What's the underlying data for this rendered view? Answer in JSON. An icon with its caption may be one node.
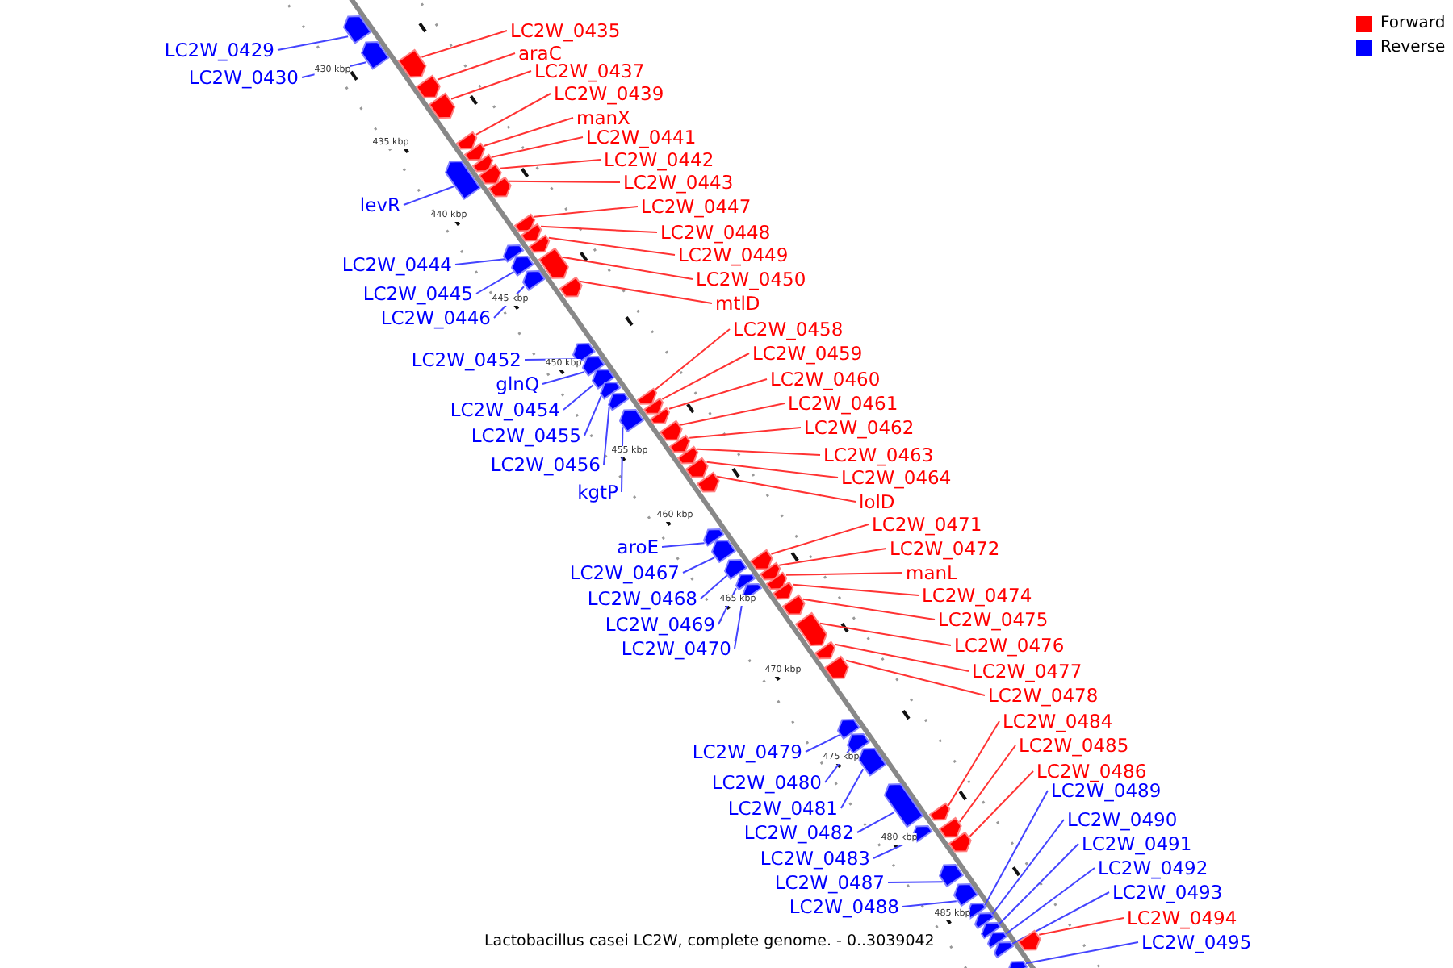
{
  "diagram": {
    "caption": "Lactobacillus casei LC2W, complete genome. - 0..3039042",
    "nodes": [
      {
        "text": [
          "LC2W_0429"
        ]
      },
      {
        "text": [
          "LC2W_0430"
        ]
      },
      {
        "text": [
          "LC2W_0435"
        ]
      },
      {
        "text": [
          "araC"
        ]
      },
      {
        "text": [
          "LC2W_0437"
        ]
      },
      {
        "text": [
          "LC2W_0439"
        ]
      },
      {
        "text": [
          "manX"
        ]
      },
      {
        "text": [
          "LC2W_0441"
        ]
      },
      {
        "text": [
          "LC2W_0442"
        ]
      },
      {
        "text": [
          "LC2W_0443"
        ]
      },
      {
        "text": [
          "levR"
        ]
      },
      {
        "text": [
          "LC2W_0444"
        ]
      },
      {
        "text": [
          "LC2W_0445"
        ]
      },
      {
        "text": [
          "LC2W_0446"
        ]
      },
      {
        "text": [
          "LC2W_0447"
        ]
      },
      {
        "text": [
          "LC2W_0448"
        ]
      },
      {
        "text": [
          "LC2W_0449"
        ]
      },
      {
        "text": [
          "LC2W_0450"
        ]
      },
      {
        "text": [
          "mtlD"
        ]
      },
      {
        "text": [
          "LC2W_0452"
        ]
      },
      {
        "text": [
          "glnQ"
        ]
      },
      {
        "text": [
          "LC2W_0454"
        ]
      },
      {
        "text": [
          "LC2W_0455"
        ]
      },
      {
        "text": [
          "LC2W_0456"
        ]
      },
      {
        "text": [
          "kgtP"
        ]
      },
      {
        "text": [
          "LC2W_0458"
        ]
      },
      {
        "text": [
          "LC2W_0459"
        ]
      },
      {
        "text": [
          "LC2W_0460"
        ]
      },
      {
        "text": [
          "LC2W_0461"
        ]
      },
      {
        "text": [
          "LC2W_0462"
        ]
      },
      {
        "text": [
          "LC2W_0463"
        ]
      },
      {
        "text": [
          "LC2W_0464"
        ]
      },
      {
        "text": [
          "lolD"
        ]
      },
      {
        "text": [
          "aroE"
        ]
      },
      {
        "text": [
          "LC2W_0467"
        ]
      },
      {
        "text": [
          "LC2W_0468"
        ]
      },
      {
        "text": [
          "LC2W_0469"
        ]
      },
      {
        "text": [
          "LC2W_0470"
        ]
      },
      {
        "text": [
          "LC2W_0471"
        ]
      },
      {
        "text": [
          "LC2W_0472"
        ]
      },
      {
        "text": [
          "manL"
        ]
      },
      {
        "text": [
          "LC2W_0474"
        ]
      },
      {
        "text": [
          "LC2W_0475"
        ]
      },
      {
        "text": [
          "LC2W_0476"
        ]
      },
      {
        "text": [
          "LC2W_0477"
        ]
      },
      {
        "text": [
          "LC2W_0478"
        ]
      },
      {
        "text": [
          "LC2W_0479"
        ]
      },
      {
        "text": [
          "LC2W_0480"
        ]
      },
      {
        "text": [
          "LC2W_0481"
        ]
      },
      {
        "text": [
          "LC2W_0482"
        ]
      },
      {
        "text": [
          "LC2W_0483"
        ]
      },
      {
        "text": [
          "LC2W_0484"
        ]
      },
      {
        "text": [
          "LC2W_0485"
        ]
      },
      {
        "text": [
          "LC2W_0486"
        ]
      },
      {
        "text": [
          "LC2W_0487"
        ]
      },
      {
        "text": [
          "LC2W_0488"
        ]
      },
      {
        "text": [
          "LC2W_0489"
        ]
      },
      {
        "text": [
          "LC2W_0490"
        ]
      },
      {
        "text": [
          "LC2W_0491"
        ]
      },
      {
        "text": [
          "LC2W_0492"
        ]
      },
      {
        "text": [
          "LC2W_0493"
        ]
      },
      {
        "text": [
          "LC2W_0494"
        ]
      },
      {
        "text": [
          "LC2W_0495"
        ]
      },
      {
        "text": [],
        "shape": "bar"
      },
      {
        "text": [],
        "shape": "bar"
      },
      {
        "text": [],
        "shape": "bar"
      },
      {
        "text": [],
        "shape": "bar"
      },
      {
        "text": [],
        "shape": "bar"
      },
      {
        "text": [],
        "shape": "bar"
      },
      {
        "text": [],
        "shape": "bar"
      },
      {
        "text": [],
        "shape": "bar"
      },
      {
        "text": [],
        "shape": "bar"
      },
      {
        "text": [],
        "shape": "bar"
      },
      {
        "text": [],
        "shape": "bar"
      },
      {
        "text": [],
        "shape": "bar"
      },
      {
        "text": [],
        "shape": "bar"
      },
      {
        "text": [],
        "shape": "bar"
      },
      {
        "text": [],
        "shape": "bar"
      },
      {
        "text": [],
        "shape": "bar"
      },
      {
        "text": [],
        "shape": "bar"
      },
      {
        "text": [],
        "shape": "bar"
      },
      {
        "text": [],
        "shape": "bar"
      },
      {
        "text": [],
        "shape": "bar"
      },
      {
        "text": [],
        "shape": "bar"
      },
      {
        "text": [],
        "shape": "bar"
      },
      {
        "text": [],
        "shape": "bar"
      },
      {
        "text": [],
        "shape": "bar"
      },
      {
        "text": [],
        "shape": "bar"
      },
      {
        "text": [],
        "shape": "bar"
      },
      {
        "text": [],
        "shape": "bar"
      },
      {
        "text": [],
        "shape": "bar"
      },
      {
        "text": [],
        "shape": "bar"
      },
      {
        "text": [],
        "shape": "bar"
      },
      {
        "text": [],
        "shape": "bar"
      },
      {
        "text": [],
        "shape": "bar"
      },
      {
        "text": [],
        "shape": "bar"
      },
      {
        "text": [],
        "shape": "bar"
      },
      {
        "text": [],
        "shape": "bar"
      },
      {
        "text": [],
        "shape": "bar"
      },
      {
        "text": [],
        "shape": "bar"
      },
      {
        "text": [],
        "shape": "bar"
      },
      {
        "text": [],
        "shape": "bar"
      },
      {
        "text": [],
        "shape": "bar"
      },
      {
        "text": [],
        "shape": "bar"
      },
      {
        "text": [],
        "shape": "bar"
      },
      {
        "text": [],
        "shape": "bar"
      },
      {
        "text": [],
        "shape": "bar"
      },
      {
        "text": [],
        "shape": "bar"
      },
      {
        "text": [],
        "shape": "bar"
      },
      {
        "text": [],
        "shape": "bar"
      },
      {
        "text": [],
        "shape": "bar"
      },
      {
        "text": [],
        "shape": "bar"
      },
      {
        "text": [],
        "shape": "bar"
      },
      {
        "text": [],
        "shape": "bar"
      },
      {
        "text": [],
        "shape": "bar"
      },
      {
        "text": [],
        "shape": "bar"
      },
      {
        "text": [],
        "shape": "bar"
      },
      {
        "text": [],
        "shape": "bar"
      },
      {
        "text": [],
        "shape": "bar"
      },
      {
        "text": [],
        "shape": "bar"
      },
      {
        "text": [],
        "shape": "bar"
      },
      {
        "text": [],
        "shape": "bar"
      },
      {
        "text": [],
        "shape": "bar"
      },
      {
        "text": [],
        "shape": "bar"
      },
      {
        "text": [],
        "shape": "bar"
      },
      {
        "text": [],
        "shape": "bar"
      }
    ],
    "edges": [
      {
        "from": 0,
        "to": 63,
        "arrow": "none",
        "color": "#4444ff"
      },
      {
        "from": 1,
        "to": 64,
        "arrow": "none",
        "color": "#4444ff"
      },
      {
        "from": 2,
        "to": 65,
        "arrow": "none"
      },
      {
        "from": 3,
        "to": 66,
        "arrow": "none"
      },
      {
        "from": 4,
        "to": 67,
        "arrow": "none"
      },
      {
        "from": 5,
        "to": 68,
        "arrow": "none"
      },
      {
        "from": 6,
        "to": 69,
        "arrow": "none"
      },
      {
        "from": 7,
        "to": 70,
        "arrow": "none"
      },
      {
        "from": 8,
        "to": 71,
        "arrow": "none"
      },
      {
        "from": 9,
        "to": 72,
        "arrow": "none"
      },
      {
        "from": 10,
        "to": 73,
        "arrow": "none",
        "color": "#4444ff"
      },
      {
        "from": 11,
        "to": 74,
        "arrow": "none",
        "color": "#4444ff"
      },
      {
        "from": 12,
        "to": 75,
        "arrow": "none",
        "color": "#4444ff"
      },
      {
        "from": 13,
        "to": 76,
        "arrow": "none",
        "color": "#4444ff"
      },
      {
        "from": 14,
        "to": 77,
        "arrow": "none"
      },
      {
        "from": 15,
        "to": 78,
        "arrow": "none"
      },
      {
        "from": 16,
        "to": 79,
        "arrow": "none"
      },
      {
        "from": 17,
        "to": 80,
        "arrow": "none"
      },
      {
        "from": 18,
        "to": 81,
        "arrow": "none"
      },
      {
        "from": 19,
        "to": 82,
        "arrow": "none",
        "color": "#4444ff"
      },
      {
        "from": 20,
        "to": 83,
        "arrow": "none",
        "color": "#4444ff"
      },
      {
        "from": 21,
        "to": 84,
        "arrow": "none",
        "color": "#4444ff"
      },
      {
        "from": 22,
        "to": 85,
        "arrow": "none",
        "color": "#4444ff"
      },
      {
        "from": 23,
        "to": 86,
        "arrow": "none",
        "color": "#4444ff"
      },
      {
        "from": 24,
        "to": 87,
        "arrow": "none",
        "color": "#4444ff"
      },
      {
        "from": 25,
        "to": 88,
        "arrow": "none"
      },
      {
        "from": 26,
        "to": 89,
        "arrow": "none"
      },
      {
        "from": 27,
        "to": 90,
        "arrow": "none"
      },
      {
        "from": 28,
        "to": 91,
        "arrow": "none"
      },
      {
        "from": 29,
        "to": 92,
        "arrow": "none"
      },
      {
        "from": 30,
        "to": 93,
        "arrow": "none"
      },
      {
        "from": 31,
        "to": 94,
        "arrow": "none"
      },
      {
        "from": 32,
        "to": 95,
        "arrow": "none"
      },
      {
        "from": 33,
        "to": 96,
        "arrow": "none",
        "color": "#4444ff"
      },
      {
        "from": 34,
        "to": 97,
        "arrow": "none",
        "color": "#4444ff"
      },
      {
        "from": 35,
        "to": 98,
        "arrow": "none",
        "color": "#4444ff"
      },
      {
        "from": 36,
        "to": 99,
        "arrow": "none",
        "color": "#4444ff"
      },
      {
        "from": 37,
        "to": 100,
        "arrow": "none",
        "color": "#4444ff"
      },
      {
        "from": 38,
        "to": 101,
        "arrow": "none"
      },
      {
        "from": 39,
        "to": 102,
        "arrow": "none"
      },
      {
        "from": 40,
        "to": 103,
        "arrow": "none"
      },
      {
        "from": 41,
        "to": 104,
        "arrow": "none"
      },
      {
        "from": 42,
        "to": 105,
        "arrow": "none"
      },
      {
        "from": 43,
        "to": 106,
        "arrow": "none"
      },
      {
        "from": 44,
        "to": 107,
        "arrow": "none"
      },
      {
        "from": 45,
        "to": 108,
        "arrow": "none"
      },
      {
        "from": 46,
        "to": 109,
        "arrow": "none",
        "color": "#4444ff"
      },
      {
        "from": 47,
        "to": 110,
        "arrow": "none",
        "color": "#4444ff"
      },
      {
        "from": 48,
        "to": 111,
        "arrow": "none",
        "color": "#4444ff"
      },
      {
        "from": 49,
        "to": 112,
        "arrow": "none",
        "color": "#4444ff"
      },
      {
        "from": 50,
        "to": 113,
        "arrow": "none",
        "color": "#4444ff"
      },
      {
        "from": 51,
        "to": 114,
        "arrow": "none"
      },
      {
        "from": 52,
        "to": 115,
        "arrow": "none"
      },
      {
        "from": 53,
        "to": 116,
        "arrow": "none"
      },
      {
        "from": 54,
        "to": 117,
        "arrow": "none",
        "color": "#4444ff"
      },
      {
        "from": 55,
        "to": 118,
        "arrow": "none",
        "color": "#4444ff"
      },
      {
        "from": 56,
        "to": 119,
        "arrow": "none",
        "color": "#4444ff"
      },
      {
        "from": 57,
        "to": 120,
        "arrow": "none",
        "color": "#4444ff"
      },
      {
        "from": 58,
        "to": 121,
        "arrow": "none",
        "color": "#4444ff"
      },
      {
        "from": 59,
        "to": 122,
        "arrow": "none",
        "color": "#4444ff"
      },
      {
        "from": 60,
        "to": 123,
        "arrow": "none",
        "color": "#4444ff"
      },
      {
        "from": 61,
        "to": 124,
        "arrow": "none"
      },
      {
        "from": 62,
        "to": 125,
        "arrow": "none",
        "color": "#4444ff"
      }
    ],
    "labels": [
      "430 kbp",
      "435 kbp",
      "440 kbp",
      "445 kbp",
      "450 kbp",
      "455 kbp",
      "460 kbp",
      "465 kbp",
      "470 kbp",
      "475 kbp",
      "480 kbp",
      "485 kbp"
    ],
    "legend": [
      {
        "text": "Forward",
        "color": "#ff0000"
      },
      {
        "text": "Reverse",
        "color": "#0000ff"
      }
    ]
  }
}
